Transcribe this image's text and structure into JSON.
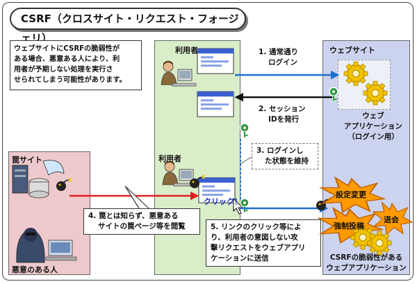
{
  "title": "CSRF（クロスサイト・リクエスト・フォージェリ）",
  "intro": {
    "lines": [
      "ウェブサイトにCSRFの脆弱性が",
      "ある場合、悪意ある人により、利",
      "用者が予期しない処理を実行さ",
      "せられてしまう可能性があります。"
    ]
  },
  "panels": {
    "user_top": "利用者",
    "user_mid": "利用者",
    "website": "ウェブサイト",
    "trap_site": "罠サイト",
    "attacker": "悪意のある人"
  },
  "webapp_login": {
    "lines": [
      "ウェブ",
      "アプリケーション",
      "（ログイン用）"
    ]
  },
  "steps": {
    "s1": [
      "1. 通常通り",
      "ログイン"
    ],
    "s2": [
      "2. セッション",
      "IDを発行"
    ],
    "s3": [
      "3. ログインし",
      "た状態を維持"
    ],
    "s4": [
      "4. 罠とは知らず、悪意ある",
      "サイトの罠ページ等を閲覧"
    ],
    "s5": [
      "5. リンクのクリック等によ",
      "り、利用者の意図しない攻",
      "撃リクエストをウェブアプリ",
      "ケーションに送信"
    ]
  },
  "click_label": "クリック！",
  "bursts": {
    "b1": "設定変更",
    "b2": "強制投稿",
    "b3": "退会"
  },
  "vuln_app": {
    "lines": [
      "CSRFの脆弱性がある",
      "ウェブアプリケーション"
    ]
  },
  "colors": {
    "users_panel": "#d9edc9",
    "website_panel": "#ccd3ee",
    "trap_panel": "#eec9cc",
    "arrow_blue": "#1a6fd0",
    "arrow_red": "#e02020",
    "gear_yellow": "#f2c200",
    "key_green": "#2a9a3a"
  }
}
